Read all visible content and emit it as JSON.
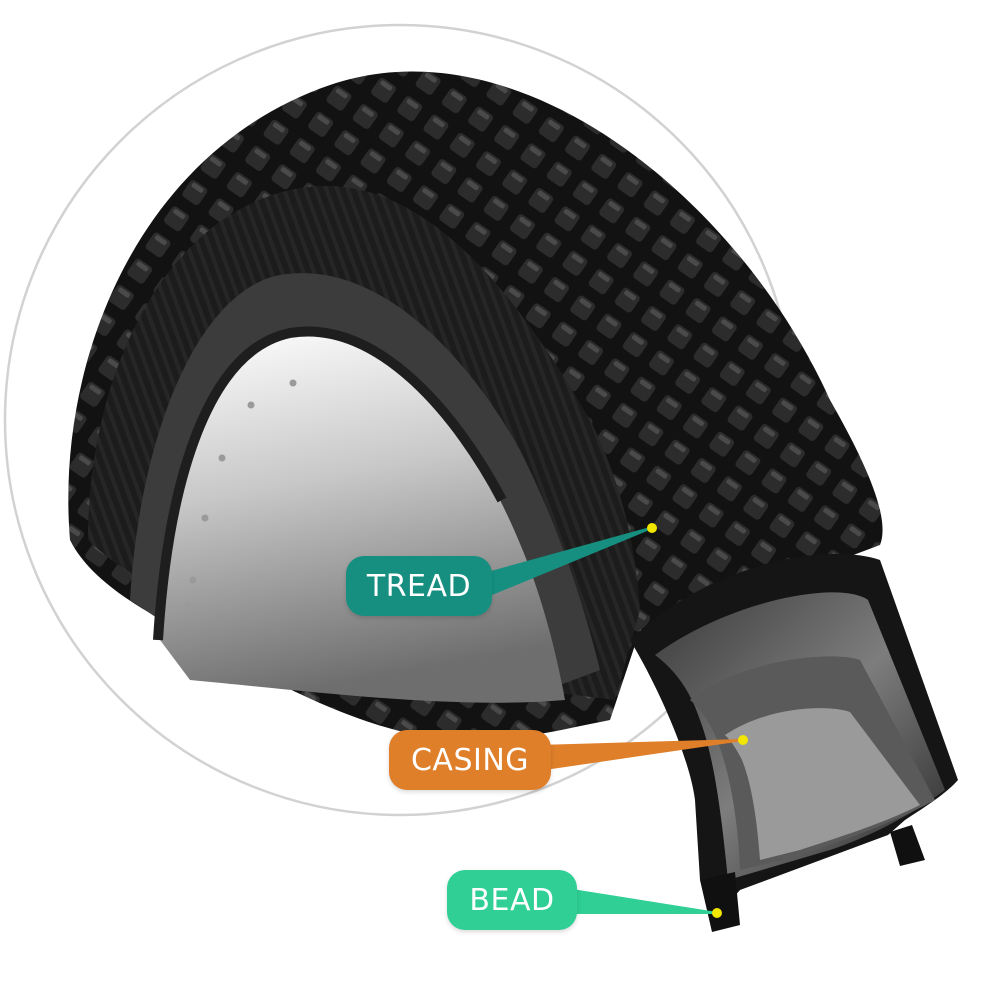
{
  "diagram": {
    "labels": {
      "tread": "TREAD",
      "casing": "CASING",
      "bead": "BEAD"
    },
    "colors": {
      "tread": "#168f80",
      "casing": "#df7f2a",
      "bead": "#2fcf95",
      "marker": "#f2e600",
      "ring": "#d2d2d2",
      "rubber": "#141414"
    }
  }
}
